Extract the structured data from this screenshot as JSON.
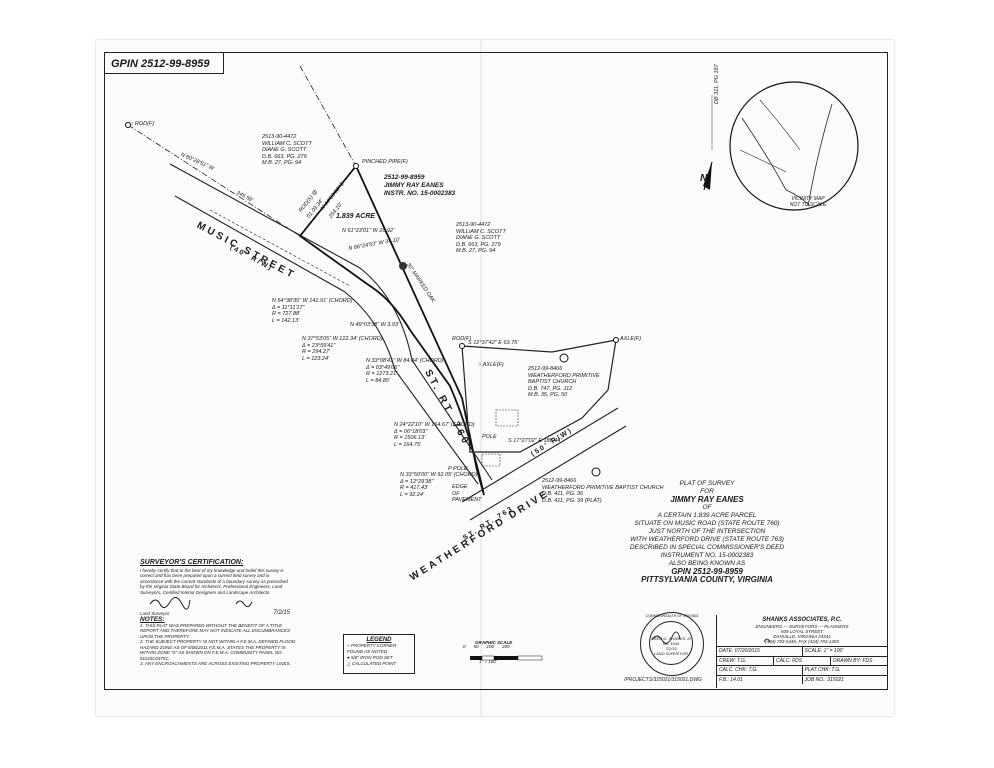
{
  "gpin_label": "GPIN 2512-99-8959",
  "north_label": "N",
  "vicinity": {
    "ref": "DB 311, PG 187",
    "title": "VICINITY MAP",
    "subtitle": "NOT TO SCALE"
  },
  "roads": {
    "music_street": "MUSIC STREET",
    "music_row": "(40' R/W)",
    "st_rt_760": "ST. RT. 760",
    "weatherford_drive": "WEATHERFORD DRIVE",
    "weatherford_row": "(50' R/W)",
    "st_rt_763": "ST. RT. 763"
  },
  "parcels": {
    "scott_nw": [
      "2513-90-4472",
      "WILLIAM C. SCOTT",
      "DIANE G. SCOTT",
      "D.B. 663, PG. 279",
      "M.B. 27, PG. 94"
    ],
    "subject": [
      "2512-99-8959",
      "JIMMY RAY EANES",
      "INSTR. NO. 15-0002383"
    ],
    "acreage": "1.839 ACRE",
    "scott_e": [
      "2513-90-4472",
      "WILLIAM C. SCOTT",
      "DIANE G. SCOTT",
      "D.B. 663, PG. 279",
      "M.B. 27, PG. 94"
    ],
    "church_n": [
      "2512-99-8466",
      "WEATHERFORD PRIMITIVE",
      "BAPTIST CHURCH",
      "D.B. 747, PG. 112",
      "M.B. 35, PG. 50"
    ],
    "church_s": [
      "2512-99-8466",
      "WEATHERFORD PRIMITIVE BAPTIST CHURCH",
      "D.B. 411, PG. 36",
      "D.B. 411, PG. 39 (PLAT)"
    ]
  },
  "callouts": {
    "rod_nw": "○ ROD(F)",
    "pinched_pipe": "PINCHED PIPE(F)",
    "rod_mid": "ROD(F)",
    "axle": "AXLE(F)",
    "axle2": "○ AXLE(F)",
    "pole": "POLE",
    "pole2": "P POLE",
    "edge_pavement": "EDGE OF PAVEMENT",
    "marked_oak": "30\" MARKED OAK",
    "dist_34558": "345.58'",
    "bearing_n8": "N 80°28'51\" W",
    "bearing_ne": "N 44°59'03\" E",
    "dist_254": "254.10'",
    "rod_set": "ROD(S) @",
    "dist_01": "01.09.34'"
  },
  "bearings": [
    "N 61°23'01\" W 26.92'",
    "N 66°24'53\" W 34.10'",
    "N 54°38'35\" W 141.91' (CHORD)",
    "Δ = 11°11'17\"",
    "R = 727.88'",
    "L = 142.13'",
    "N 49°03'38\" W 3.93'",
    "N 37°53'05\" W 122.34' (CHORD)",
    "Δ = 23°59'41\"",
    "R = 294.27'",
    "L = 123.24'",
    "N 33°08'41\" W 84.84' (CHORD)",
    "Δ = 03°49'06\"",
    "R = 1273.21'",
    "L = 84.85'",
    "N 24°22'10\" W 164.67' (CHORD)",
    "Δ = 06°18'03\"",
    "R = 1506.13'",
    "L = 164.75'",
    "N 33°50'00\" W 92.05' (CHORD)",
    "Δ = 12°29'38\"",
    "R = 417.43'",
    "L = 92.24'",
    "S 12°37'42\" E 63.75'",
    "S 17°27'02\" E 188.44'"
  ],
  "title_block": {
    "l1": "PLAT OF SURVEY",
    "l2": "FOR",
    "l3": "JIMMY RAY EANES",
    "l4": "OF",
    "l5": "A CERTAIN 1.839 ACRE PARCEL",
    "l6": "SITUATE ON MUSIC ROAD (STATE ROUTE 760)",
    "l7": "JUST NORTH OF THE INTERSECTION",
    "l8": "WITH WEATHERFORD DRIVE (STATE ROUTE 763)",
    "l9": "DESCRIBED IN SPECIAL COMMISSIONER'S DEED",
    "l10": "INSTRUMENT NO. 15-0002383",
    "l11": "ALSO BEING KNOWN AS",
    "l12": "GPIN 2512-99-8959",
    "l13": "PITTSYLVANIA COUNTY, VIRGINIA"
  },
  "certification": {
    "heading": "SURVEYOR'S CERTIFICATION:",
    "body": "I hereby certify that to the best of my knowledge and belief this survey is correct and has been prepared upon a current field survey and in accordance with the current standards of a boundary survey as prescribed by the Virginia State Board for Architects, Professional Engineers, Land Surveyors, Certified Interior Designers and Landscape Architects.",
    "signer": "Land Surveyor",
    "date": "7/2/15"
  },
  "notes": {
    "heading": "NOTES:",
    "n1": "1. THIS PLAT WAS PREPARED WITHOUT THE BENEFIT OF A TITLE REPORT AND THEREFORE MAY NOT INDICATE ALL ENCUMBRANCES UPON THE PROPERTY.",
    "n2": "2. THE SUBJECT PROPERTY IS NOT WITHIN A F.E.M.A. DEFINED FLOOD HAZARD ZONE AS OF 5/06/2011 F.E.M.A. STATES THE PROPERTY IS WITHIN ZONE \"X\" AS SHOWN ON F.E.M.A. COMMUNITY PANEL NO. 51143C0375C.",
    "n3": "3. ANY ENCROACHMENTS ARE ACROSS EXISTING PROPERTY LINES."
  },
  "legend": {
    "heading": "LEGEND",
    "i1": "PROPERTY CORNER FOUND AS NOTED",
    "i2": "5/8\" IRON ROD SET",
    "i3": "CALCULATED POINT"
  },
  "graphic_scale": {
    "title": "GRAPHIC SCALE",
    "ticks": [
      "0",
      "50",
      "100",
      "200"
    ],
    "unit": "1\" = 100'"
  },
  "seal": {
    "line1": "COMMONWEALTH OF VIRGINIA",
    "line2": "FRED G. SHANKS, III",
    "line3": "No. 1544",
    "line4": "LAND SURVEYOR",
    "date": "7/2/15"
  },
  "firm": {
    "name": "SHANKS ASSOCIATES, P.C.",
    "sub": "ENGINEERS — SURVEYORS — PLANNERS",
    "addr1": "509 LOYAL STREET",
    "addr2": "DANVILLE, VIRGINIA 24541",
    "phone": "(434) 793-5446, FAX (434) 793-1455",
    "date": "DATE: 07/20/2015",
    "scale": "SCALE: 1\" = 100'",
    "crew": "CREW: T.G.",
    "calc": "CALC: FDS",
    "drawn": "DRAWN BY: FDS",
    "calc_chk": "CALC. CHK: T.G.",
    "plat_chk": "PLAT CHK: T.G.",
    "fb": "F.B.: 14.01",
    "job": "JOB NO.: 315021"
  },
  "project_path": "/PROJECTS/315021/315021.DWG"
}
